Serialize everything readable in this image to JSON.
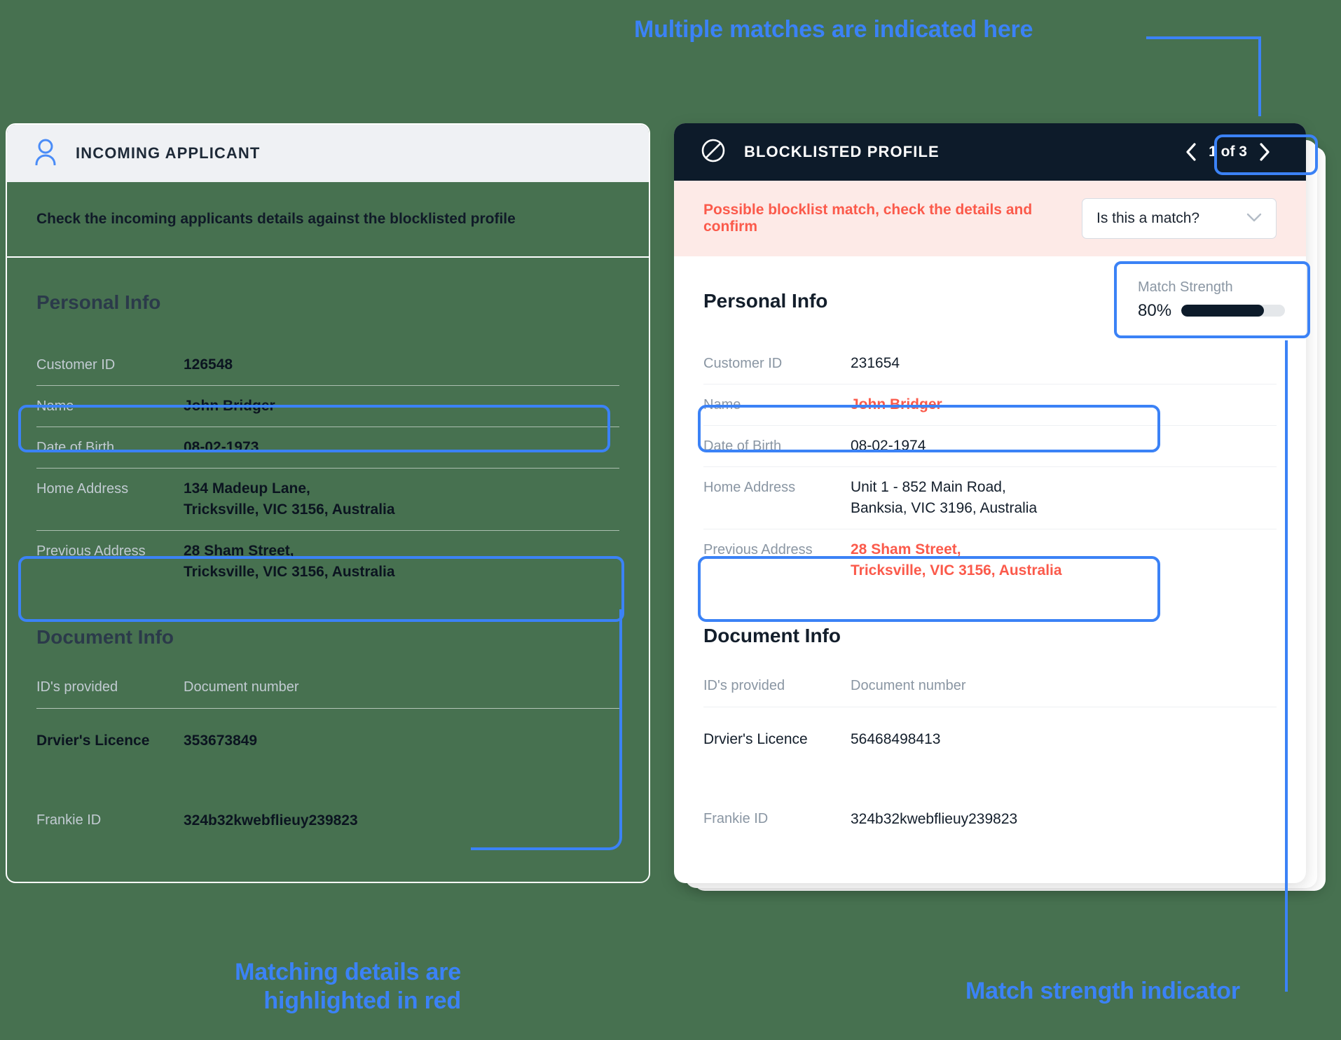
{
  "annotations": {
    "top": "Multiple matches are indicated here",
    "bottom_left": "Matching details are\nhighlighted in red",
    "bottom_right": "Match strength indicator",
    "accent_color": "#3b82f6"
  },
  "incoming": {
    "header_title": "INCOMING APPLICANT",
    "header_icon": "person-icon",
    "subtitle": "Check the incoming applicants details against the blocklisted profile",
    "personal_section_title": "Personal Info",
    "personal_rows": [
      {
        "label": "Customer ID",
        "value": "126548",
        "match": false
      },
      {
        "label": "Name",
        "value": "John Bridger",
        "match": true
      },
      {
        "label": "Date of Birth",
        "value": "08-02-1973",
        "match": false
      },
      {
        "label": "Home Address",
        "line1": "134 Madeup Lane,",
        "line2": "Tricksville, VIC 3156, Australia",
        "match": false
      },
      {
        "label": "Previous Address",
        "line1": "28 Sham Street,",
        "line2": "Tricksville, VIC 3156, Australia",
        "match": true
      }
    ],
    "document_section_title": "Document Info",
    "document_headers": {
      "col1": "ID's provided",
      "col2": "Document number"
    },
    "document_rows": [
      {
        "name": "Drvier's Licence",
        "number": "353673849",
        "muted": false
      },
      {
        "name": "Frankie ID",
        "number": "324b32kwebflieuy239823",
        "muted": true
      }
    ]
  },
  "blocklist": {
    "header_title": "BLOCKLISTED PROFILE",
    "header_icon": "no-entry-icon",
    "pager": {
      "label": "1 of 3",
      "prev_icon": "chevron-left-icon",
      "next_icon": "chevron-right-icon"
    },
    "alert_message": "Possible blocklist match, check the details and confirm",
    "alert_color": "#fb5a4b",
    "match_select": {
      "value": "Is this a match?",
      "caret_icon": "chevron-down-icon"
    },
    "match_strength": {
      "label": "Match Strength",
      "percent_label": "80%",
      "percent": 80
    },
    "personal_section_title": "Personal Info",
    "personal_rows": [
      {
        "label": "Customer ID",
        "value": "231654",
        "match": false
      },
      {
        "label": "Name",
        "value": "John Bridger",
        "match": true
      },
      {
        "label": "Date of Birth",
        "value": "08-02-1974",
        "match": false
      },
      {
        "label": "Home Address",
        "line1": "Unit 1 - 852 Main Road,",
        "line2": "Banksia, VIC 3196, Australia",
        "match": false
      },
      {
        "label": "Previous Address",
        "line1": "28 Sham Street,",
        "line2": "Tricksville, VIC 3156, Australia",
        "match": true
      }
    ],
    "document_section_title": "Document Info",
    "document_headers": {
      "col1": "ID's provided",
      "col2": "Document number"
    },
    "document_rows": [
      {
        "name": "Drvier's Licence",
        "number": "56468498413",
        "muted": false
      },
      {
        "name": "Frankie ID",
        "number": "324b32kwebflieuy239823",
        "muted": true
      }
    ]
  }
}
